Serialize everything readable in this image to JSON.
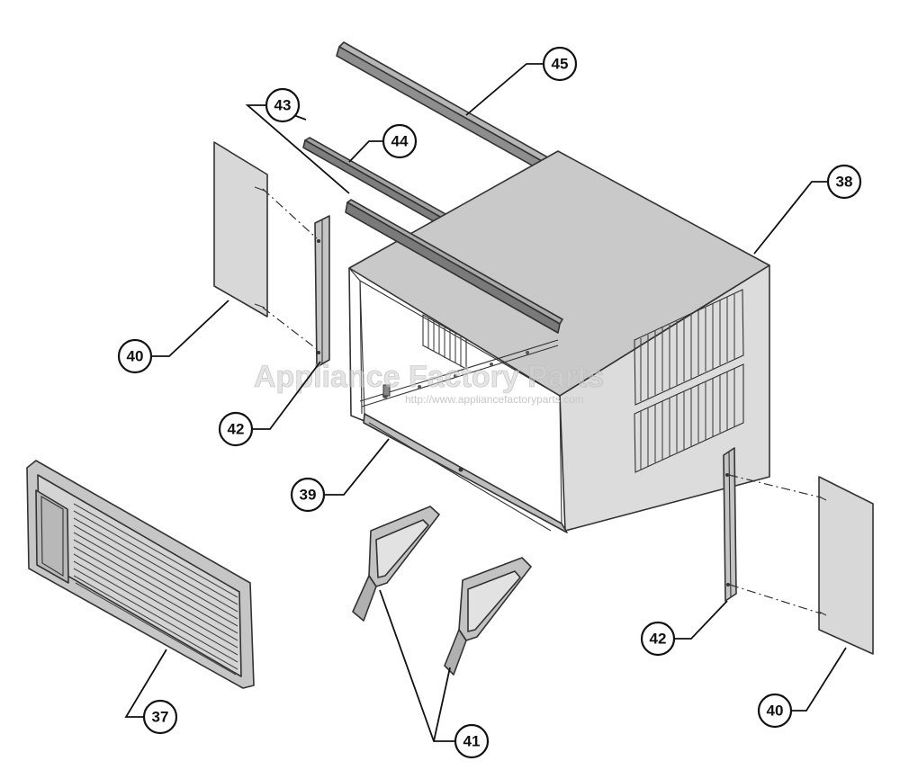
{
  "watermark": {
    "brand": "Appliance Factory Parts",
    "url": "http://www.appliancefactoryparts.com"
  },
  "callouts": {
    "c37": "37",
    "c38": "38",
    "c39": "39",
    "c40a": "40",
    "c40b": "40",
    "c41": "41",
    "c42a": "42",
    "c42b": "42",
    "c43": "43",
    "c44": "44",
    "c45": "45"
  },
  "colors": {
    "cabinet_top": "#c9c9c9",
    "cabinet_side": "#dcdcdc",
    "panel": "#d8d8d8",
    "strip": "#8e8e8e",
    "bezel": "#c6c6c6",
    "outline": "#333333"
  }
}
